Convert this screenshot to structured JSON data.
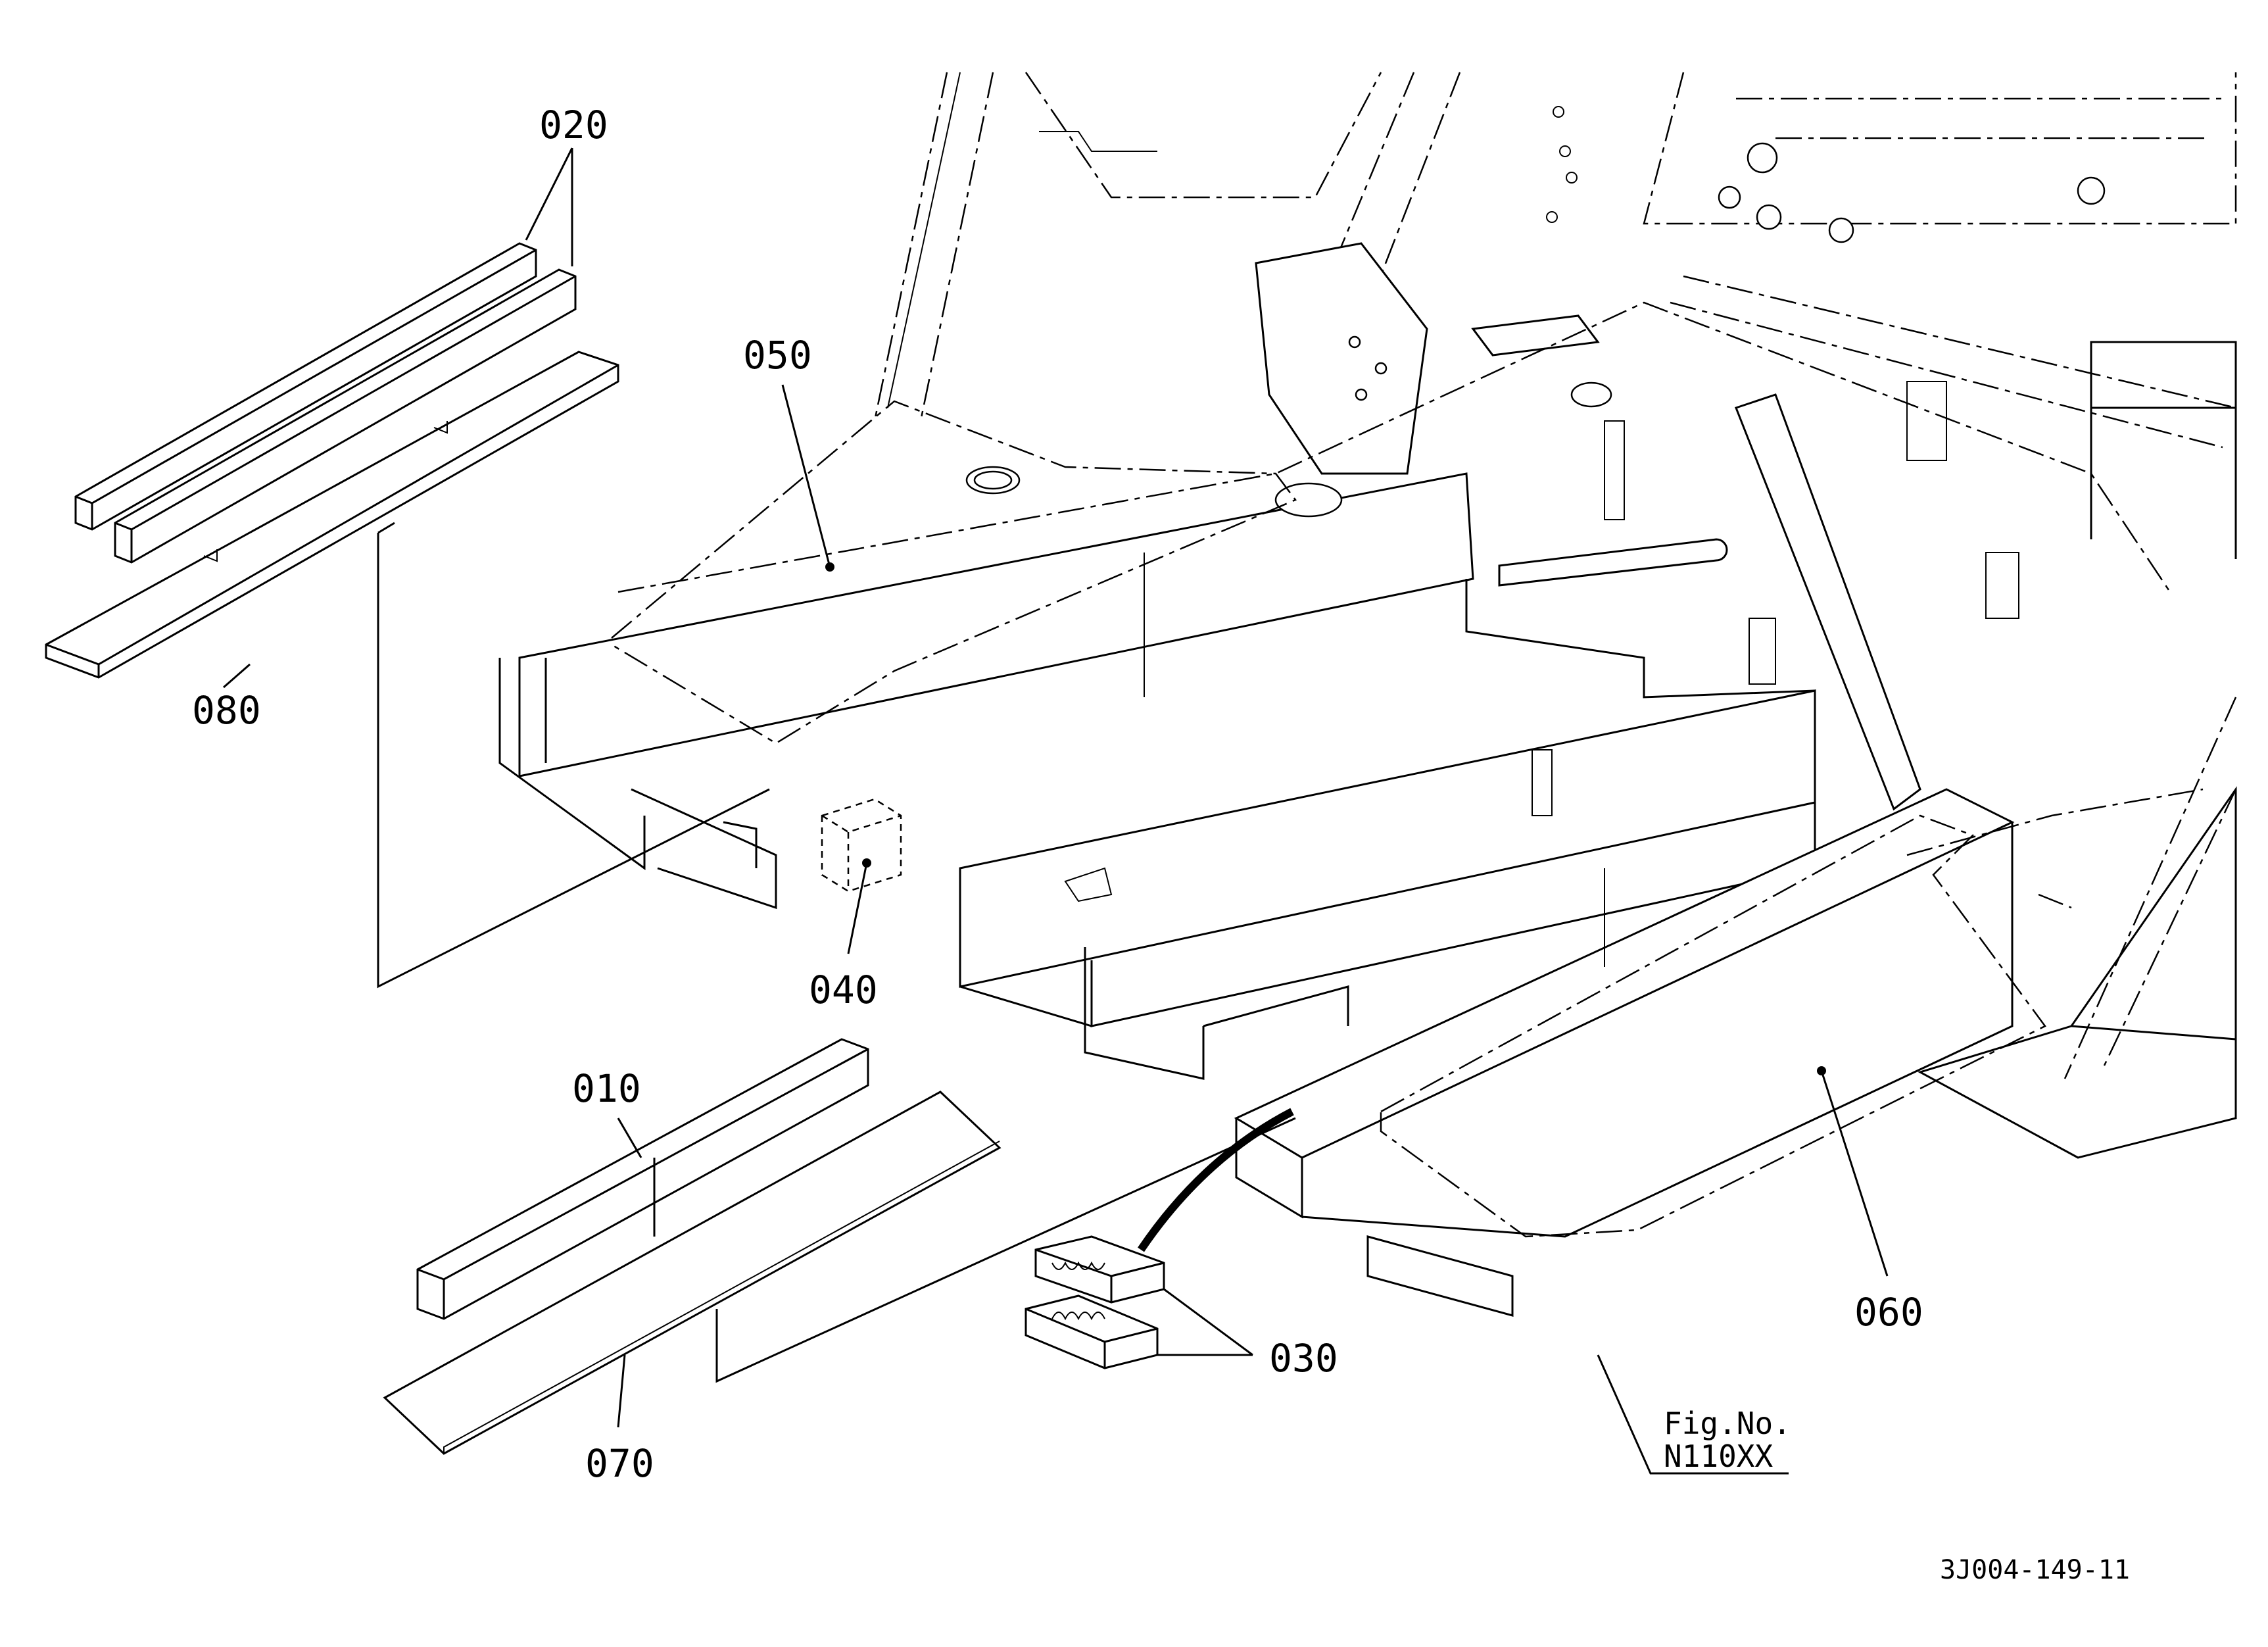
{
  "parts": [
    {
      "key": "p010",
      "number": "010"
    },
    {
      "key": "p020",
      "number": "020"
    },
    {
      "key": "p030",
      "number": "030"
    },
    {
      "key": "p040",
      "number": "040"
    },
    {
      "key": "p050",
      "number": "050"
    },
    {
      "key": "p060",
      "number": "060"
    },
    {
      "key": "p070",
      "number": "070"
    },
    {
      "key": "p080",
      "number": "080"
    }
  ],
  "figure_reference": {
    "line1": "Fig.No.",
    "line2": "N110XX"
  },
  "drawing_code": "3J004-149-11",
  "colors": {
    "ink": "#000000",
    "paper": "#ffffff"
  }
}
